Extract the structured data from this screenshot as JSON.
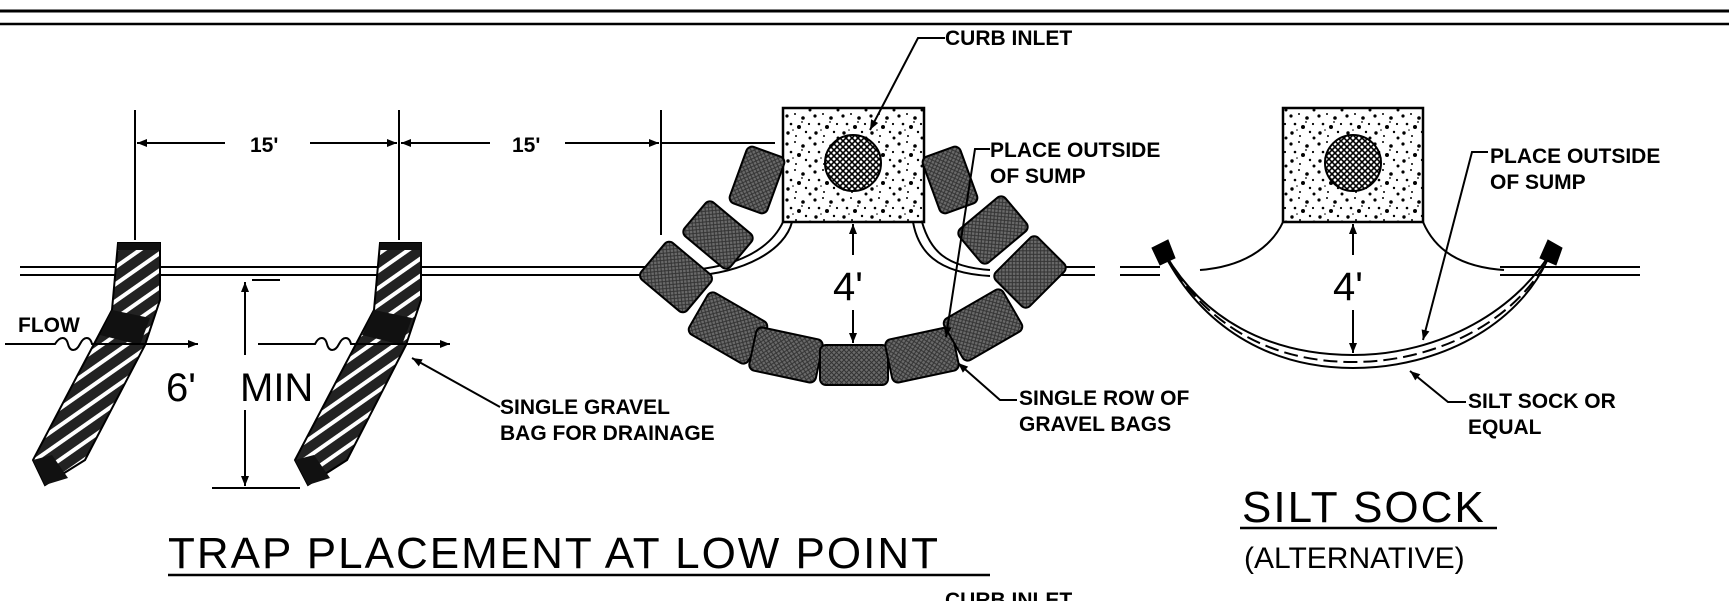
{
  "dimensions": {
    "spacing_1": "15'",
    "spacing_2": "15'",
    "min_clearance": "6'",
    "min_clearance_note": "MIN",
    "sump_depth_1": "4'",
    "sump_depth_2": "4'"
  },
  "labels": {
    "flow": "FLOW",
    "curb_inlet_top": "CURB INLET",
    "curb_inlet_bottom": "CURB INLET",
    "place_outside_1": [
      "PLACE OUTSIDE",
      "OF SUMP"
    ],
    "place_outside_2": [
      "PLACE OUTSIDE",
      "OF SUMP"
    ],
    "single_gravel_bag": [
      "SINGLE GRAVEL",
      "BAG FOR DRAINAGE"
    ],
    "single_row": [
      "SINGLE ROW OF",
      "GRAVEL BAGS"
    ],
    "silt_sock_or_equal": [
      "SILT SOCK OR",
      "EQUAL"
    ]
  },
  "titles": {
    "trap_placement": "TRAP PLACEMENT AT LOW POINT",
    "silt_sock": "SILT SOCK",
    "silt_sock_sub": "(ALTERNATIVE)"
  }
}
